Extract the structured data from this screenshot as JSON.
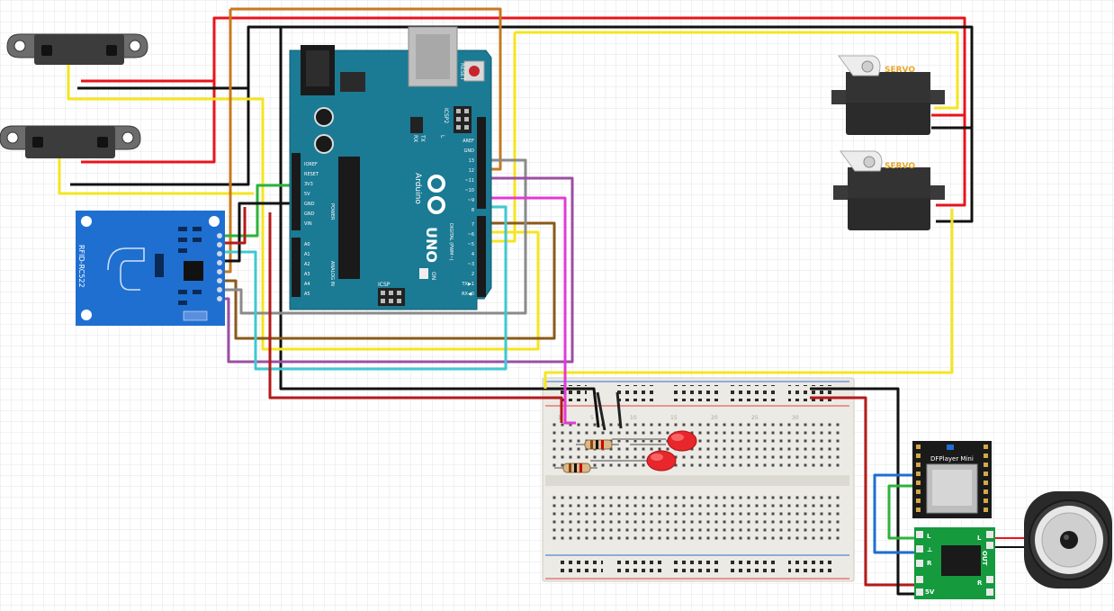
{
  "arduino": {
    "brand": "Arduino",
    "model": "UNO",
    "reset": "RESET",
    "icsp": "ICSP",
    "icsp2": "ICSP2",
    "tx": "TX",
    "rx": "RX",
    "l": "L",
    "on": "ON",
    "digital": "DIGITAL (PWM~)",
    "power": "POWER",
    "analog": "ANALOG IN",
    "power_pins": [
      "IOREF",
      "RESET",
      "3V3",
      "5V",
      "GND",
      "GND",
      "VIN"
    ],
    "analog_pins": [
      "A0",
      "A1",
      "A2",
      "A3",
      "A4",
      "A5"
    ],
    "digital_pins_top": [
      "AREF",
      "GND",
      "13",
      "12",
      "~11",
      "~10",
      "~9",
      "8"
    ],
    "digital_pins_bottom": [
      "7",
      "~6",
      "~5",
      "4",
      "~3",
      "2",
      "TX▶1",
      "RX◀0"
    ]
  },
  "rfid": {
    "label": "RFID-RC522"
  },
  "servos": [
    {
      "label": "SERVO"
    },
    {
      "label": "SERVO"
    }
  ],
  "dfplayer": {
    "label": "DFPlayer Mini"
  },
  "amp": {
    "left_top": "L",
    "left_mid": "⊥",
    "left_bottom": "R",
    "power": "5V",
    "out": "OUT",
    "out_l": "L",
    "out_r": "R"
  },
  "breadboard": {
    "col_numbers": [
      "1",
      "5",
      "10",
      "15",
      "20",
      "25",
      "30"
    ]
  },
  "colors": {
    "arduino": "#1b7a94",
    "rfid": "#1f6fd1",
    "servo": "#3a3a3a",
    "wire_red": "#e8141b",
    "wire_black": "#111111",
    "wire_yellow": "#f5e51f",
    "wire_orange": "#c8781e",
    "wire_brown": "#8a5a19",
    "wire_gray": "#8a8a8a",
    "wire_purple": "#9b4fa3",
    "wire_magenta": "#e23ad6",
    "wire_cyan": "#3fc8d0",
    "wire_green": "#2db33a",
    "wire_blue": "#1e6fd0",
    "wire_darkred": "#b51a1a",
    "led": "#e8262b",
    "amp": "#159a3e"
  }
}
